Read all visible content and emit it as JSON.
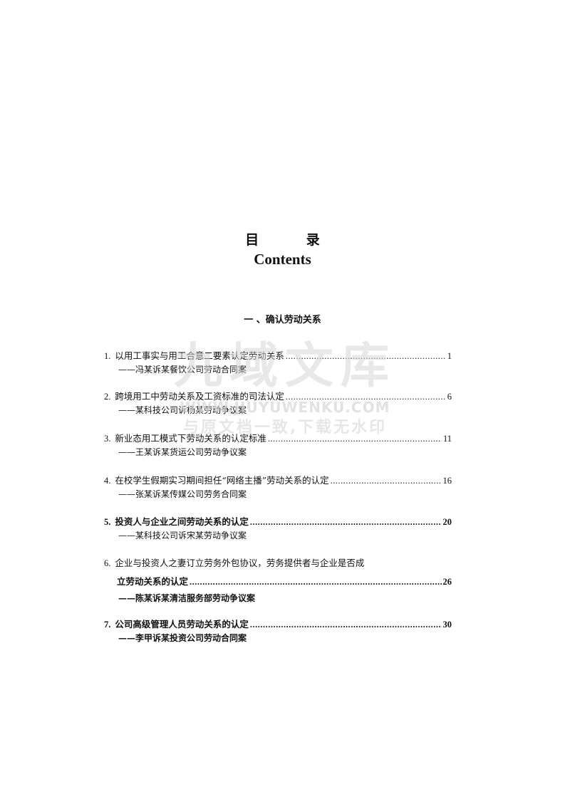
{
  "title_cn": "目 录",
  "title_en": "Contents",
  "section_heading": "一 、确认劳动关系",
  "entries": [
    {
      "num": "1.",
      "title": "以用工事实与用工合意二要素认定劳动关系",
      "page": "1",
      "sub": "——冯某诉某餐饮公司劳动合同案"
    },
    {
      "num": "2.",
      "title": "跨境用工中劳动关系及工资标准的司法认定",
      "page": "6",
      "sub": "——某科技公司诉杨某劳动争议案"
    },
    {
      "num": "3.",
      "title": "新业态用工模式下劳动关系的认定标准",
      "page": "11",
      "sub": "——王某诉某货运公司劳动争议案"
    },
    {
      "num": "4.",
      "title": "在校学生假期实习期间担任“网络主播”劳动关系的认定",
      "page": "16",
      "sub": "——张某诉某传媒公司劳务合同案"
    },
    {
      "num": "5.",
      "title": "投资人与企业之间劳动关系的认定",
      "page": "20",
      "sub": "——某科技公司诉宋某劳动争议案"
    },
    {
      "num": "6.",
      "title_line1": "企业与投资人之妻订立劳务外包协议，劳务提供者与企业是否成",
      "title_line2": "立劳动关系的认定",
      "page": "26",
      "sub": "——陈某诉某清洁服务部劳动争议案"
    },
    {
      "num": "7.",
      "title": "公司高级管理人员劳动关系的认定",
      "page": "30",
      "sub": "——李甲诉某投资公司劳动合同案"
    }
  ],
  "watermark": {
    "brand": "九域文库",
    "url": "WWW.JIUYUWENKU.COM",
    "slogan": "与原文档一致,下载无水印"
  }
}
